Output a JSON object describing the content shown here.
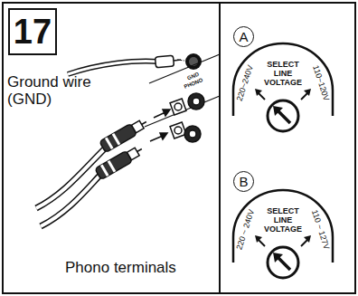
{
  "diagram": {
    "nodes": [
      {
        "text": [
          "17"
        ]
      },
      {
        "text": [
          "A"
        ]
      },
      {
        "text": [
          "B"
        ]
      }
    ],
    "labels": [
      "Ground wire (GND)",
      "Phono terminals",
      "GND",
      "PHONO",
      "SELECT LINE VOLTAGE",
      "220~240V",
      "110~120V",
      "SELECT LINE VOLTAGE",
      "220 ~ 240V",
      "110 ~ 127V"
    ]
  }
}
